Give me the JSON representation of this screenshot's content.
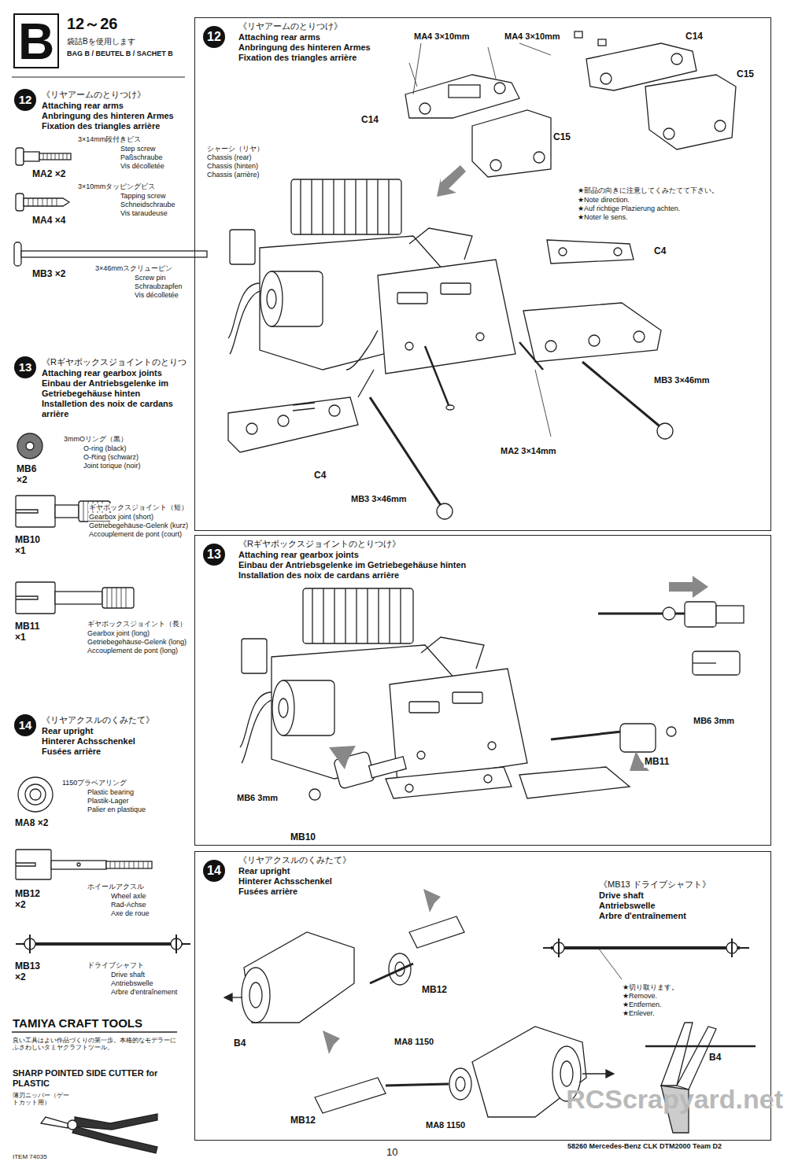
{
  "diagram": {
    "nodes": [
      {
        "text": [
          "B",
          "12～26",
          "袋詰Bを使用します",
          "BAG B / BEUTEL B / SACHET B"
        ]
      },
      {
        "text": [
          "12",
          "《リヤアームのとりつけ》",
          "Attaching rear arms",
          "Anbringung des hinteren Armes",
          "Fixation des triangles arrière"
        ]
      },
      {
        "text": [
          "13",
          "《Rギヤボックスジョイントのとりつけ》",
          "Attaching rear gearbox joints",
          "Einbau der Antriebsgelenke im Getriebegehäuse hinten",
          "Installation des noix de cardans arrière"
        ]
      },
      {
        "text": [
          "14",
          "《リヤアクスルのくみたて》",
          "Rear upright",
          "Hinterer Achsschenkel",
          "Fusées arrière"
        ]
      }
    ],
    "labels": [
      "12",
      "《リヤアームのとりつけ》",
      "Attaching rear arms",
      "Anbringung des hinteren Armes",
      "Fixation des triangles arrière",
      "3×14mm段付きビス",
      "Step screw",
      "Paßschraube",
      "Vis décolletée",
      "MA2 ×2",
      "3×10mmタッピングビス",
      "Tapping screw",
      "Schneidschraube",
      "Vis taraudeuse",
      "MA4 ×4",
      "3×46mmスクリューピン",
      "Screw pin",
      "Schraubzapfen",
      "Vis décolletée",
      "MB3 ×2",
      "13",
      "《Rギヤボックスジョイントのとりつけ》",
      "Attaching rear gearbox joints",
      "Einbau der Antriebsgelenke im Getriebegehäuse hinten",
      "Installetion des noix de cardans arrière",
      "3mmOリング（黒）",
      "O-ring (black)",
      "O-Ring (schwarz)",
      "Joint torique (noir)",
      "MB6 ×2",
      "ギヤボックスジョイント（短）",
      "Gearbox joint (short)",
      "Getriebegehäuse-Gelenk (kurz)",
      "Accouplement de pont (court)",
      "MB10 ×1",
      "ギヤボックスジョイント（長）",
      "Gearbox joint (long)",
      "Getriebegehäuse-Gelenk (long)",
      "Accouplement de pont (long)",
      "MB11 ×1",
      "14",
      "《リヤアクスルのくみたて》",
      "Rear upright",
      "Hinterer Achsschenkel",
      "Fusées arrière",
      "1150プラベアリング",
      "Plastic bearing",
      "Plastik-Lager",
      "Palier en plastique",
      "MA8 ×2",
      "ホイールアクスル",
      "Wheel axle",
      "Rad-Achse",
      "Axe de roue",
      "MB12 ×2",
      "ドライブシャフト",
      "Drive shaft",
      "Antriebswelle",
      "Arbre d'entraînement",
      "MB13 ×2",
      "TAMIYA CRAFT TOOLS",
      "良い工具はよい作品づくりの第一歩。本格的なモデラーにふさわしいタミヤクラフトツール。",
      "SHARP POINTED SIDE CUTTER for PLASTIC",
      "薄刃ニッパー（ゲートカット用）",
      "ITEM 74035",
      "シャーシ（リヤ）",
      "Chassis (rear)",
      "Chassis (hinten)",
      "Chassis (arrière)",
      "MA4 3×10mm",
      "MA4 3×10mm",
      "C14",
      "C15",
      "C14",
      "C15",
      "★部品の向きに注意してくみたてて下さい。",
      "★Note direction.",
      "★Auf richtige Plazierung achten.",
      "★Noter le sens.",
      "C4",
      "MB3 3×46mm",
      "MA2 3×14mm",
      "C4",
      "MB3 3×46mm",
      "MB6 3mm",
      "MB11",
      "MB6 3mm",
      "MB10",
      "《MB13 ドライブシャフト》",
      "Drive shaft",
      "Antriebswelle",
      "Arbre d'entraînement",
      "MB12",
      "MA8 1150",
      "B4",
      "★切り取ります。",
      "★Remove.",
      "★Entfernen.",
      "★Enlever.",
      "B4",
      "MB12",
      "MA8 1150",
      "RCScrapyard.net",
      "10",
      "58260 Mercedes-Benz CLK DTM2000 Team D2"
    ]
  }
}
